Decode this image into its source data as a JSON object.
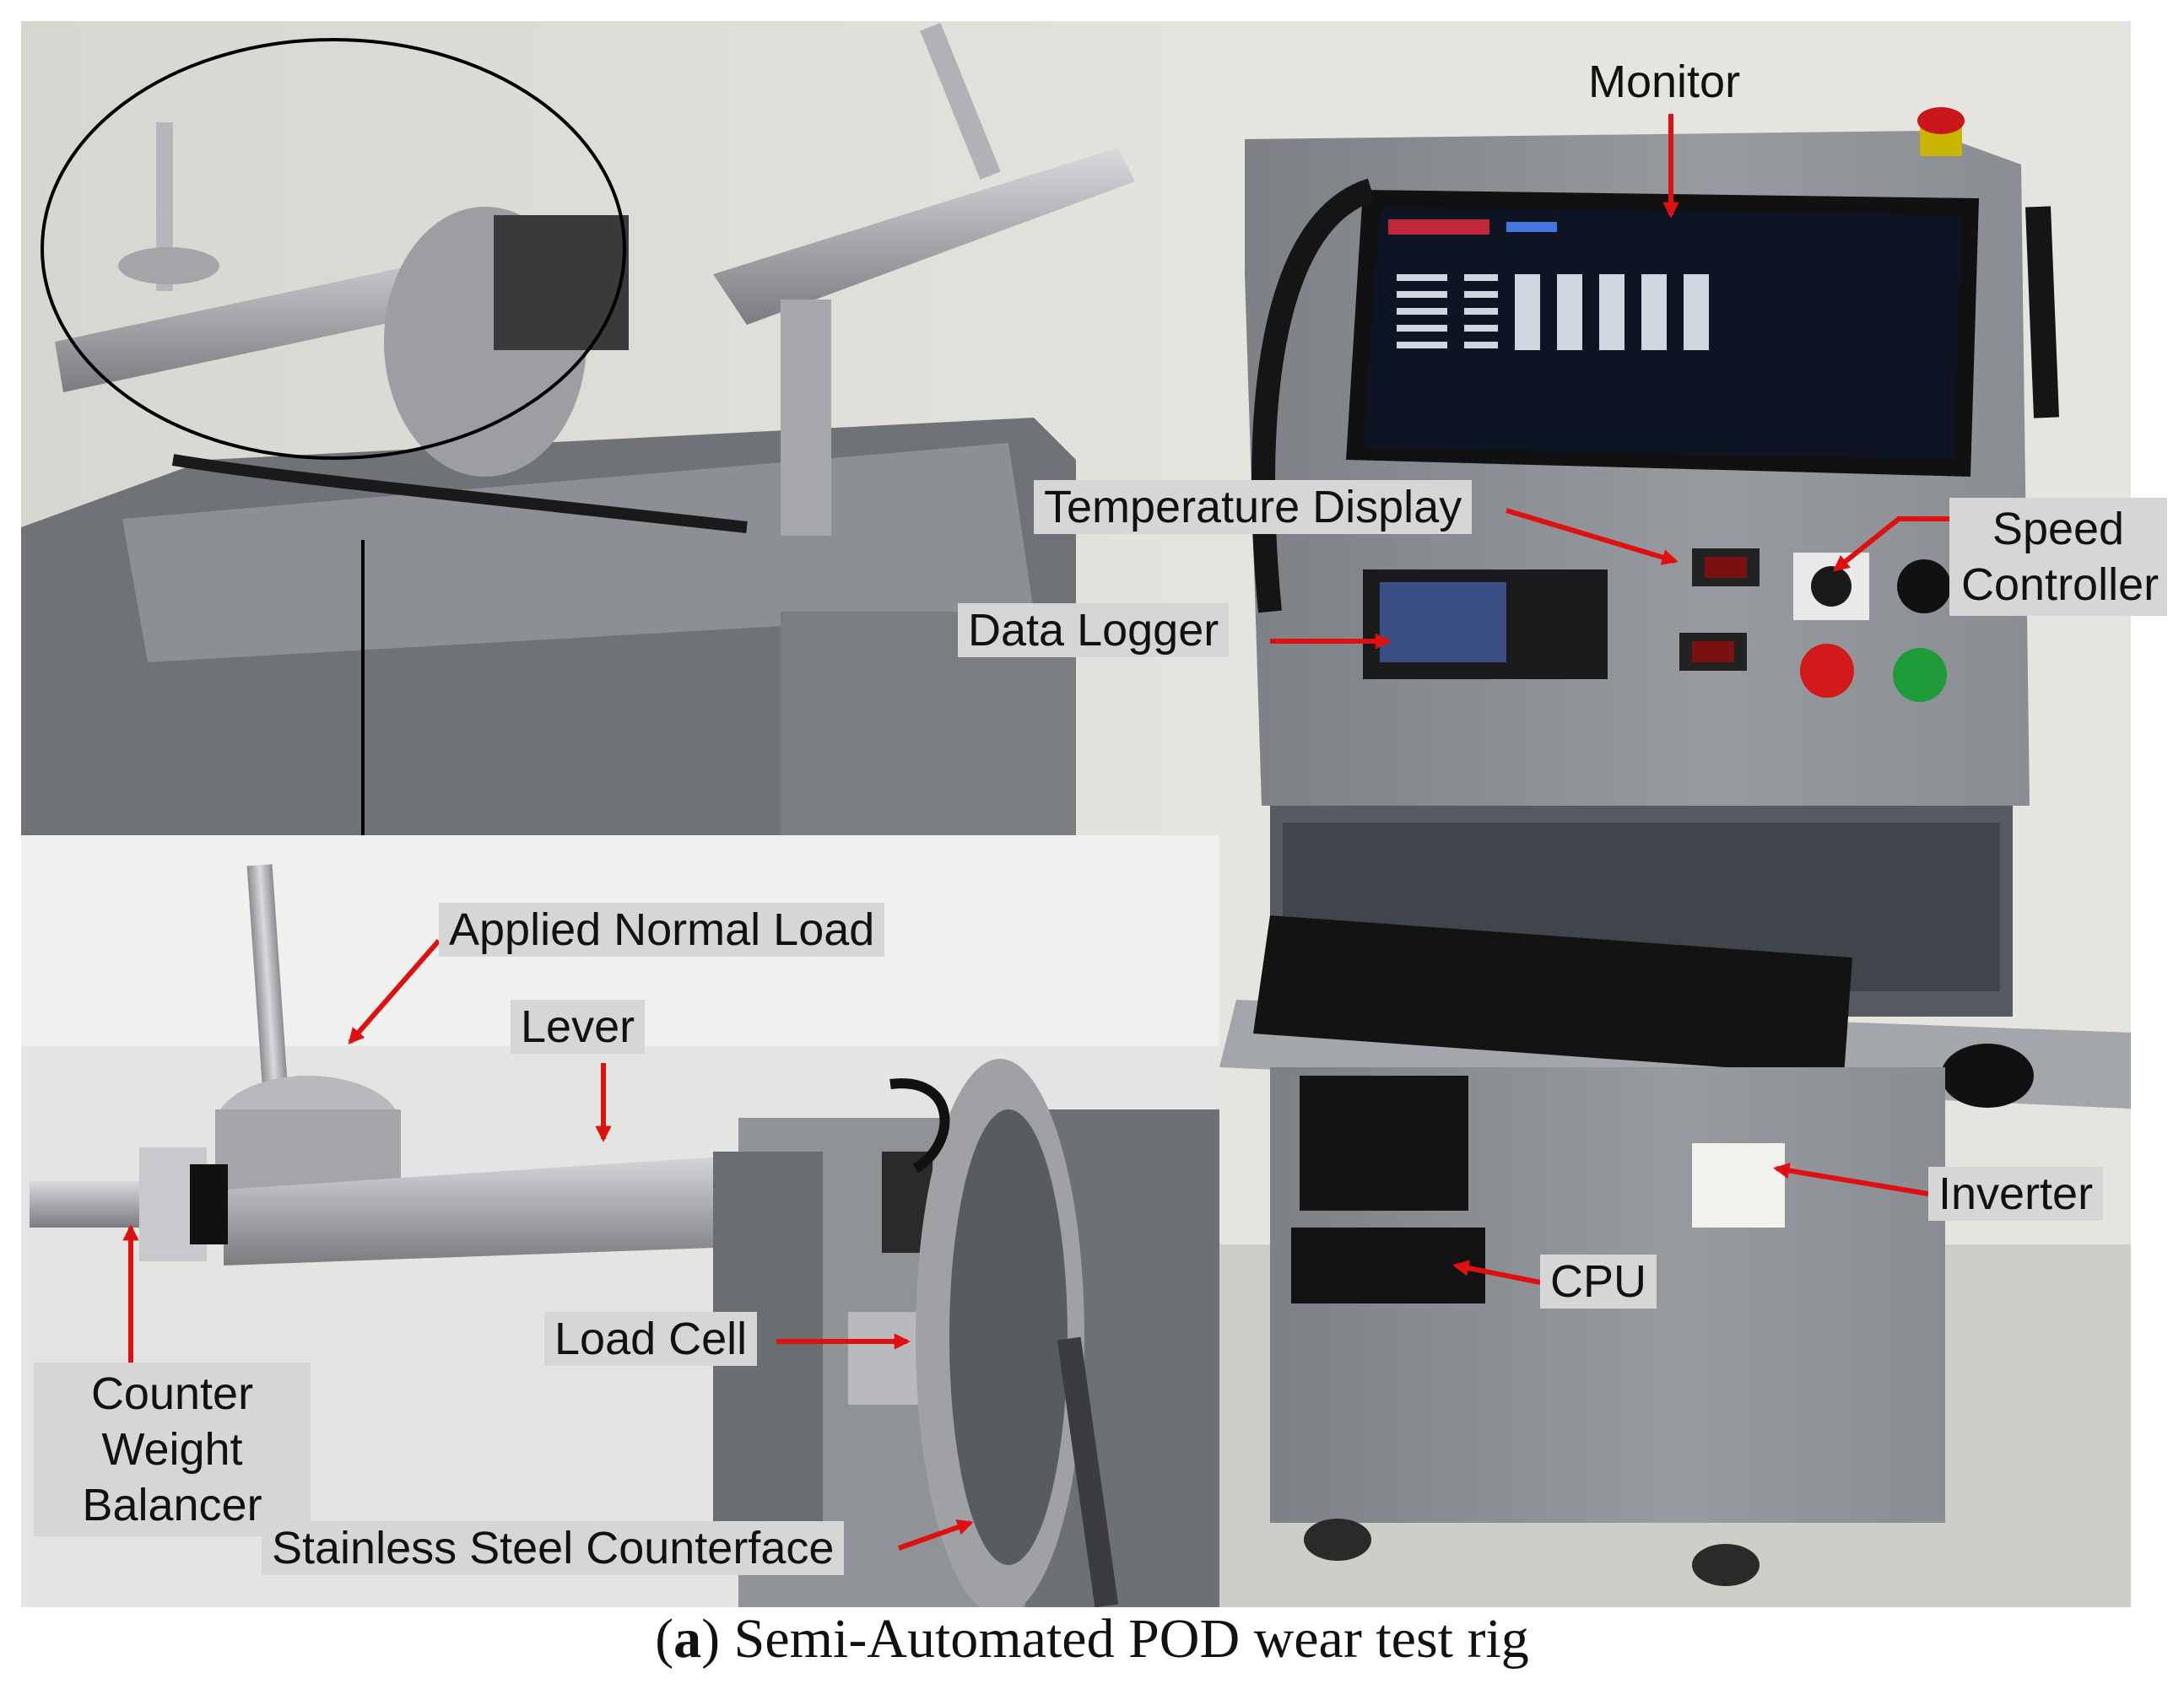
{
  "labels": {
    "monitor": "Monitor",
    "temperature_display": "Temperature Display",
    "speed_controller_line1": "Speed",
    "speed_controller_line2": "Controller",
    "data_logger": "Data Logger",
    "applied_normal_load": "Applied Normal Load",
    "lever": "Lever",
    "counter_weight_line1": "Counter",
    "counter_weight_line2": "Weight",
    "counter_weight_line3": "Balancer",
    "load_cell": "Load Cell",
    "stainless_steel_counterface": "Stainless Steel Counterface",
    "inverter": "Inverter",
    "cpu": "CPU"
  },
  "caption": {
    "tag": "a",
    "text": "Semi-Automated POD wear test rig"
  },
  "colors": {
    "arrow": "#e01010",
    "label_background": "#d6d6d6",
    "cabinet_gray": "#8d9196",
    "wall": "#e4e2dc"
  }
}
